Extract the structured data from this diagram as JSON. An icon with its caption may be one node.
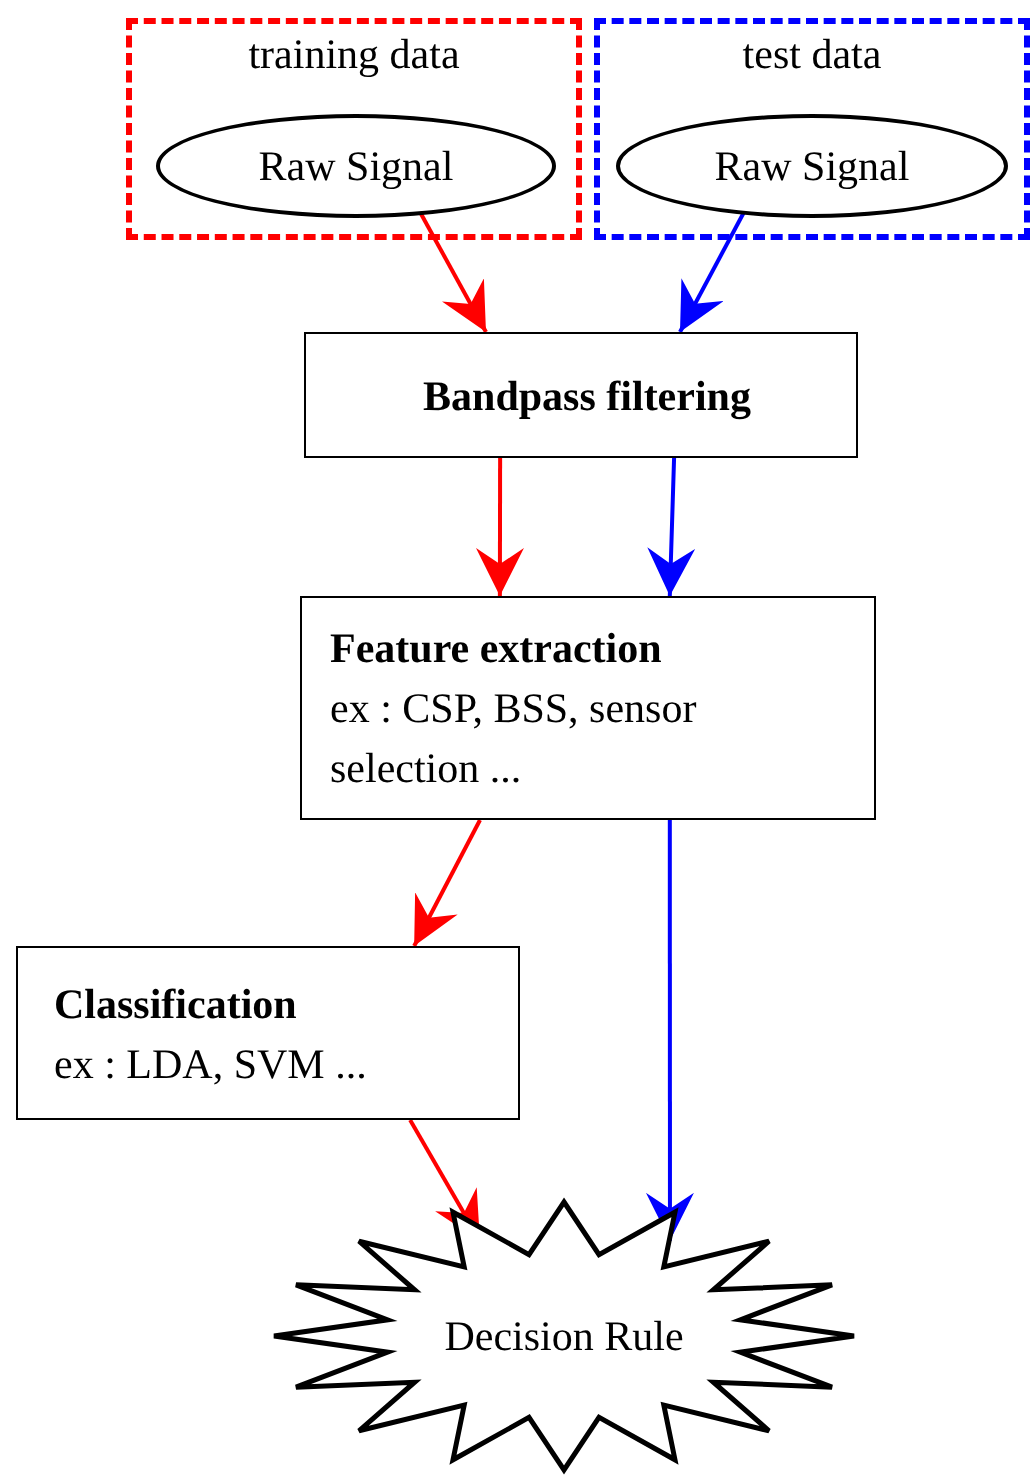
{
  "diagram": {
    "nodes": [
      {
        "text": [
          "training data"
        ]
      },
      {
        "text": [
          "Raw Signal"
        ],
        "in": 0
      },
      {
        "text": [
          "test data"
        ]
      },
      {
        "text": [
          "Raw Signal"
        ],
        "in": 2
      },
      {
        "text": [
          "Bandpass filtering"
        ]
      },
      {
        "text": [
          "Feature extraction",
          "ex : CSP, BSS, sensor selection ..."
        ]
      },
      {
        "text": [
          "Classification",
          "ex : LDA, SVM ..."
        ]
      },
      {
        "text": [
          "Decision Rule"
        ]
      }
    ],
    "edges": [
      {
        "from": 1,
        "to": 4,
        "arrow": "to"
      },
      {
        "from": 3,
        "to": 4,
        "arrow": "to",
        "color": "#0000ff"
      },
      {
        "from": 4,
        "to": 5,
        "arrow": "to"
      },
      {
        "from": 4,
        "to": 5,
        "arrow": "to",
        "color": "#0000ff"
      },
      {
        "from": 5,
        "to": 6,
        "arrow": "to"
      },
      {
        "from": 6,
        "to": 7,
        "arrow": "to"
      },
      {
        "from": 5,
        "to": 7,
        "arrow": "to",
        "color": "#0000ff"
      }
    ]
  }
}
